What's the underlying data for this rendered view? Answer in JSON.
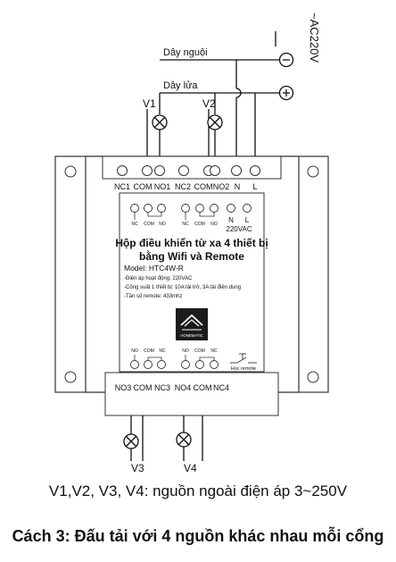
{
  "source": {
    "phase_label": "~AC220V",
    "neutral_label": "Dây nguội",
    "live_label": "Dây lửa"
  },
  "loads": {
    "v1": "V1",
    "v2": "V2",
    "v3": "V3",
    "v4": "V4"
  },
  "terminals_top": [
    "NC1",
    "COM",
    "NO1",
    "NC2",
    "COM",
    "NO2",
    "N",
    "L"
  ],
  "terminals_bottom": [
    "NO3",
    "COM",
    "NC3",
    "NO4",
    "COM",
    "NC4"
  ],
  "label": {
    "power": "220VAC",
    "title_line1": "Hộp điều khiển từ xa 4 thiết bị",
    "title_line2": "bằng Wifi và Remote",
    "model": "Model: HTC4W-R",
    "spec1": "-Điện áp hoạt động: 220VAC",
    "spec2": "-Công suất 1 thiết bị: 10A tải trở, 3A tải điện dung",
    "spec3": "-Tần số remote: 433mhz",
    "brand": "HOMEMATIC",
    "learn_button": "Học remote",
    "top_relay_pins": [
      "NC",
      "COM",
      "NO",
      "NC",
      "COM",
      "NO"
    ],
    "top_power_pins": [
      "N",
      "L"
    ],
    "bottom_relay_pins": [
      "NO",
      "COM",
      "NC",
      "NO",
      "COM",
      "NC"
    ]
  },
  "caption": {
    "note": "V1,V2, V3, V4: nguồn ngoài điện áp 3~250V",
    "title": "Cách 3: Đấu tải với 4 nguồn khác nhau mỗi cổng"
  }
}
